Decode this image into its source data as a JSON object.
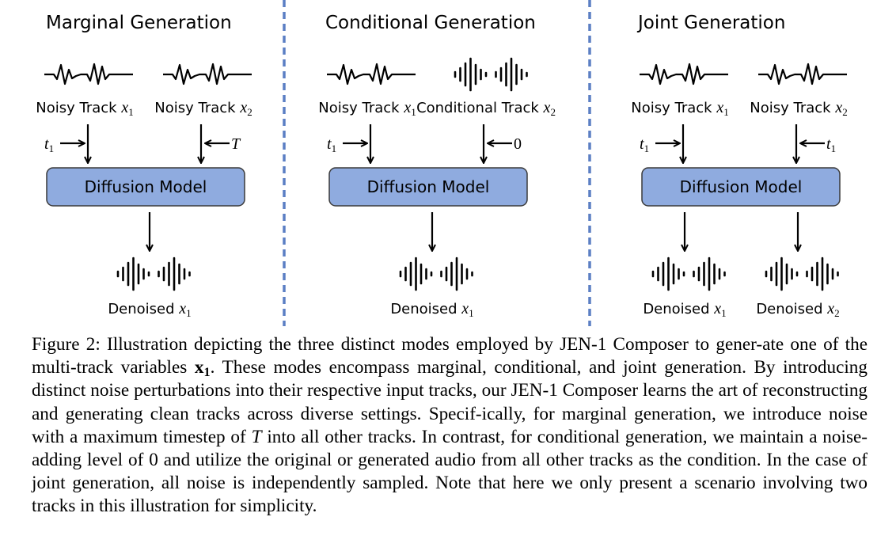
{
  "panels": [
    {
      "title": "Marginal Generation",
      "inputs": [
        {
          "label": "Noisy Track",
          "var": "x",
          "sub": "1",
          "wave": "noisy"
        },
        {
          "label": "Noisy Track",
          "var": "x",
          "sub": "2",
          "wave": "noisy"
        }
      ],
      "timesteps": [
        {
          "sym": "t",
          "sub": "1",
          "side": "left"
        },
        {
          "sym": "T",
          "sub": "",
          "side": "right"
        }
      ],
      "model_label": "Diffusion Model",
      "outputs": [
        {
          "label": "Denoised",
          "var": "x",
          "sub": "1"
        }
      ]
    },
    {
      "title": "Conditional Generation",
      "inputs": [
        {
          "label": "Noisy Track",
          "var": "x",
          "sub": "1",
          "wave": "noisy"
        },
        {
          "label": "Conditional Track",
          "var": "x",
          "sub": "2",
          "wave": "clean"
        }
      ],
      "timesteps": [
        {
          "sym": "t",
          "sub": "1",
          "side": "left"
        },
        {
          "sym": "0",
          "sub": "",
          "side": "right"
        }
      ],
      "model_label": "Diffusion Model",
      "outputs": [
        {
          "label": "Denoised",
          "var": "x",
          "sub": "1"
        }
      ]
    },
    {
      "title": "Joint Generation",
      "inputs": [
        {
          "label": "Noisy Track",
          "var": "x",
          "sub": "1",
          "wave": "noisy"
        },
        {
          "label": "Noisy Track",
          "var": "x",
          "sub": "2",
          "wave": "noisy"
        }
      ],
      "timesteps": [
        {
          "sym": "t",
          "sub": "1",
          "side": "left"
        },
        {
          "sym": "t",
          "sub": "1",
          "side": "right"
        }
      ],
      "model_label": "Diffusion Model",
      "outputs": [
        {
          "label": "Denoised",
          "var": "x",
          "sub": "1"
        },
        {
          "label": "Denoised",
          "var": "x",
          "sub": "2"
        }
      ]
    }
  ],
  "colors": {
    "model_fill": "#8fabdf",
    "model_stroke": "#3a3a3a",
    "divider": "#5b7fc4",
    "ink": "#000000"
  },
  "caption": {
    "prefix": "Figure 2: Illustration depicting the three distinct modes employed by JEN-1 Composer to gener-ate one of the multi-track variables ",
    "var": "x",
    "var_sub": "1",
    "part2": ". These modes encompass marginal, conditional, and joint generation. By introducing distinct noise perturbations into their respective input tracks, our JEN-1 Composer learns the art of reconstructing and generating clean tracks across diverse settings. Specif-ically, for marginal generation, we introduce noise with a maximum timestep of ",
    "T": "T",
    "part3": " into all other tracks. In contrast, for conditional generation, we maintain a noise-adding level of 0 and utilize the original or generated audio from all other tracks as the condition. In the case of joint generation, all noise is independently sampled. Note that here we only present a scenario involving two tracks in this illustration for simplicity."
  }
}
